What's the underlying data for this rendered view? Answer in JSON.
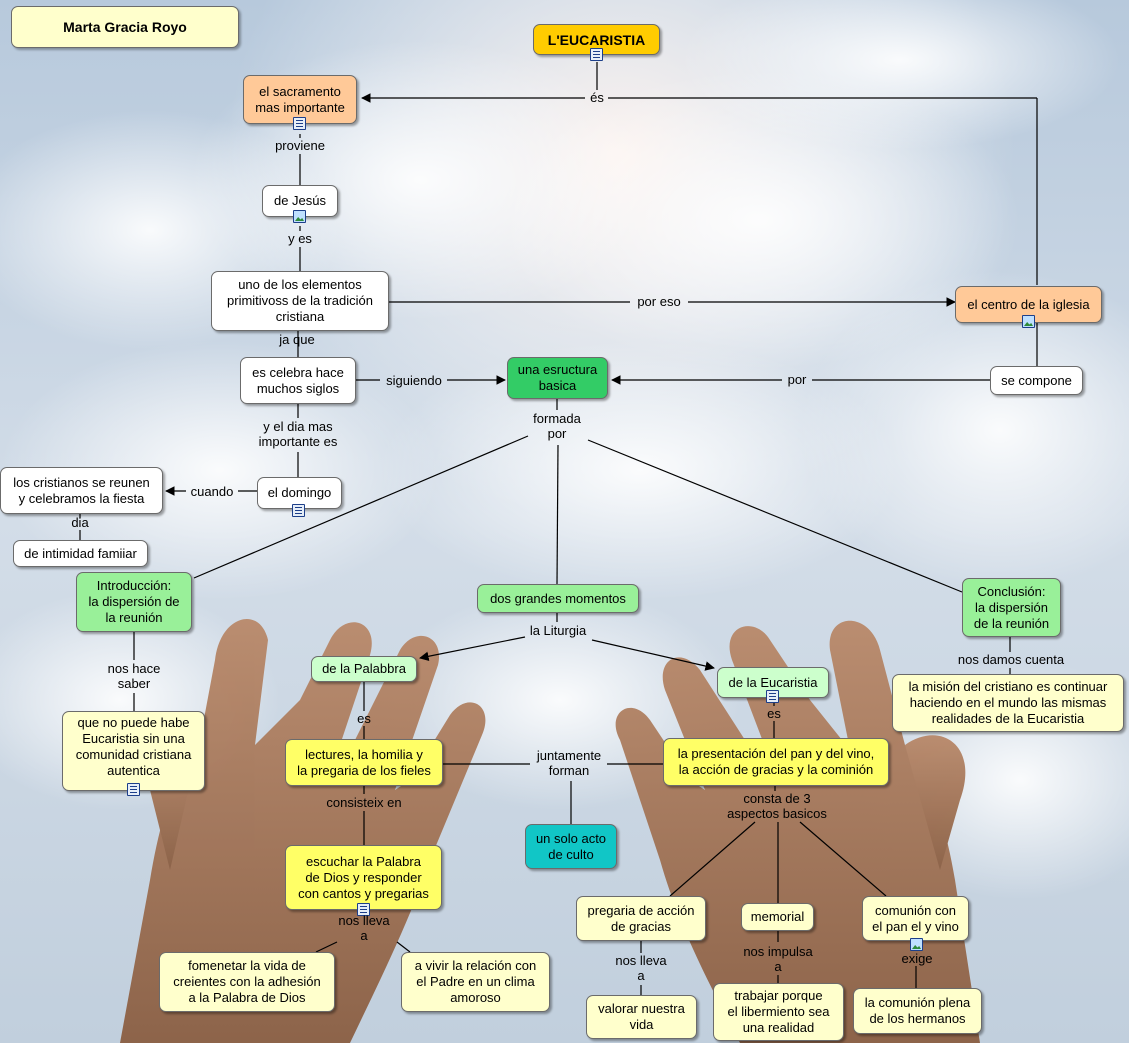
{
  "author": "Marta Gracia Royo",
  "nodes": {
    "title": "L'EUCARISTIA",
    "sacramento": "el sacramento\nmas importante",
    "jesus": "de Jesús",
    "elementos": "uno de los elementos\nprimitivoss de la tradición\ncristiana",
    "centro": "el centro de la iglesia",
    "siglos": "es celebra hace\nmuchos siglos",
    "estructura": "una esructura\nbasica",
    "compone": "se compone",
    "domingo": "el domingo",
    "reunen": "los cristianos se reunen\ny celebramos la fiesta",
    "intimidad": "de intimidad famiiar",
    "introduccion": "Introducción:\nla dispersión de\nla reunión",
    "momentos": "dos grandes momentos",
    "conclusion": "Conclusión:\nla dispersión\nde la reunión",
    "palabbra": "de la Palabbra",
    "eucaristia_mom": "de la Eucaristia",
    "mision": "la misión del cristiano es continuar\nhaciendo en el mundo las mismas\nrealidades de la Eucaristia",
    "habe": "que no  puede habe\nEucaristia sin una\ncomunidad cristiana\nautentica",
    "lectures": "lectures, la homilia y\nla pregaria de los fieles",
    "presentacion": "la presentación del pan y del vino,\nla acción de gracias y la cominión",
    "acto": "un solo acto\nde culto",
    "escuchar": "escuchar la Palabra\nde Dios y responder\ncon cantos y pregarias",
    "pregaria": "pregaria de acción\nde gracias",
    "memorial": "memorial",
    "comunion_pan": "comunión con\nel pan el y vino",
    "fomenetar": "fomenetar la vida de\ncreientes con  la adhesión\na la Palabra de Dios",
    "relacion": "a vivir la relación con\nel Padre en un clima\namoroso",
    "valorar": "valorar nuestra\nvida",
    "trabajar": "trabajar porque\nel libermiento sea\nuna realidad",
    "plena": "la comunión plena\nde los hermanos"
  },
  "links": {
    "es": "és",
    "proviene": "proviene",
    "y_es": "y es",
    "por_eso": "por eso",
    "ja_que": "ja que",
    "siguiendo": "siguiendo",
    "por": "por",
    "formada_por": "formada\npor",
    "dia_mas": "y el dia mas\nimportante es",
    "cuando": "cuando",
    "dia": "dia",
    "nos_hace": "nos hace\nsaber",
    "liturgia": "la Liturgia",
    "nos_damos": "nos damos cuenta",
    "es_palabra": "es",
    "es_eucaristia": "es",
    "juntamente": "juntamente\nforman",
    "consisteix": "consisteix en",
    "consta": "consta de 3\naspectos basicos",
    "nos_lleva_a": "nos lleva\na",
    "nos_lleva_a2": "nos lleva\na",
    "nos_impulsa": "nos impulsa\na",
    "exige": "exige"
  },
  "colors": {
    "peach": "#ffc998",
    "green": "#33cc66",
    "light_green": "#99f099",
    "pale_green": "#ccffcc",
    "yellow": "#ffff66",
    "pale_yellow": "#ffffcc",
    "cyan": "#11c6c6",
    "gold": "#ffcc00"
  },
  "icons": [
    "document-icon",
    "image-icon"
  ]
}
